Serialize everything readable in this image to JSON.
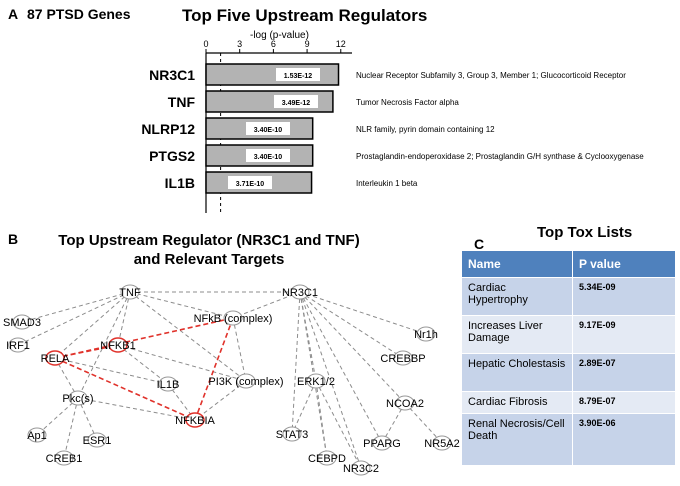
{
  "panels": {
    "a": "A",
    "b": "B",
    "c": "C"
  },
  "genes_count": "87 PTSD Genes",
  "chart_data": {
    "type": "bar",
    "orientation": "horizontal",
    "title": "Top Five Upstream Regulators",
    "xlabel": "-log (p-value)",
    "xlim": [
      0,
      13
    ],
    "xticks": [
      0,
      3,
      6,
      9,
      12
    ],
    "threshold_line": 1.3,
    "categories": [
      "NR3C1",
      "TNF",
      "NLRP12",
      "PTGS2",
      "IL1B"
    ],
    "values": [
      11.8,
      11.3,
      9.5,
      9.5,
      9.4
    ],
    "data_labels": [
      "1.53E-12",
      "3.49E-12",
      "3.40E-10",
      "3.40E-10",
      "3.71E-10"
    ],
    "descriptions": [
      "Nuclear Receptor Subfamily 3, Group 3, Member 1; Glucocorticoid Receptor",
      "Tumor Necrosis Factor alpha",
      "NLR family, pyrin domain containing 12",
      "Prostaglandin-endoperoxidase 2; Prostaglandin G/H synthase & Cyclooxygenase",
      "Interleukin 1 beta"
    ],
    "bar_color": "#b3b3b3"
  },
  "network": {
    "title_line1": "Top Upstream Regulator (NR3C1 and TNF)",
    "title_line2": "and Relevant Targets",
    "nodes": {
      "tnf": "TNF",
      "nr3c1": "NR3C1",
      "smad3": "SMAD3",
      "irf1": "IRF1",
      "rela": "RELA",
      "nfkb1": "NFKB1",
      "nfkb_complex": "NFkB (complex)",
      "il1b": "IL1B",
      "pi3k": "PI3K (complex)",
      "pkc": "Pkc(s)",
      "ap1": "Ap1",
      "creb1": "CREB1",
      "esr1": "ESR1",
      "nfkbia": "NFKBIA",
      "erk": "ERK1/2",
      "stat3": "STAT3",
      "cebpd": "CEBPD",
      "nr3c2": "NR3C2",
      "pparg": "PPARG",
      "ncoa2": "NCOA2",
      "nr5a2": "NR5A2",
      "nr1h": "Nr1h",
      "crebbp": "CREBBP"
    }
  },
  "tox": {
    "title": "Top Tox Lists",
    "header_name": "Name",
    "header_pvalue": "P value",
    "rows": [
      {
        "name": "Cardiac Hypertrophy",
        "p": "5.34E-09"
      },
      {
        "name": "Increases Liver Damage",
        "p": "9.17E-09"
      },
      {
        "name": "Hepatic Cholestasis",
        "p": "2.89E-07"
      },
      {
        "name": "Cardiac Fibrosis",
        "p": "8.79E-07"
      },
      {
        "name": "Renal Necrosis/Cell Death",
        "p": "3.90E-06"
      }
    ],
    "header_color": "#4f81bd",
    "row_colors": [
      "#c6d3e9",
      "#e4eaf4"
    ]
  },
  "network_colors": {
    "grey_edge": "#8c8c8c",
    "red_edge": "#e0322b",
    "red_node": "#e0322b"
  }
}
